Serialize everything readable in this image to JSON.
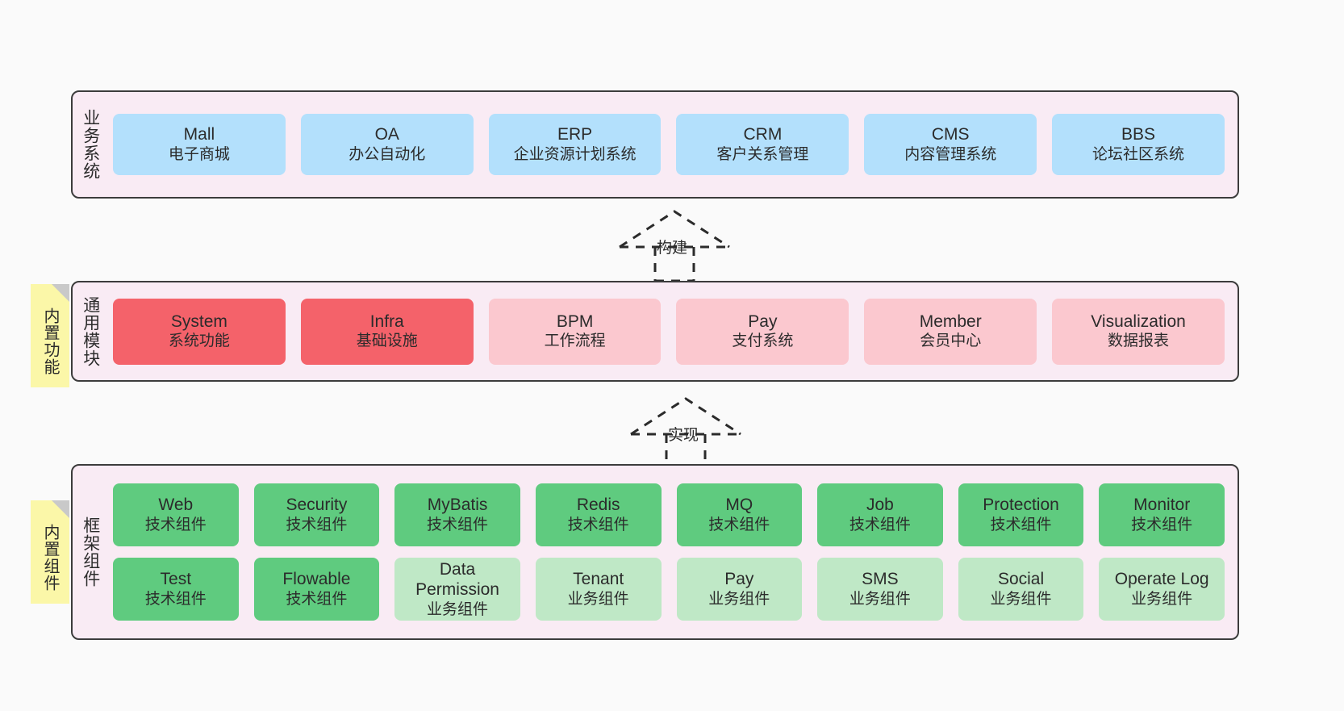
{
  "diagram": {
    "type": "layered-architecture",
    "background_color": "#fafafa",
    "band_fill": "#f9ebf4",
    "band_border": "#3c3c3c"
  },
  "layers": [
    {
      "id": "business",
      "title": "业务系统",
      "color": "#b3e0fc",
      "rows": [
        [
          {
            "en": "Mall",
            "cn": "电子商城",
            "style": "blue"
          },
          {
            "en": "OA",
            "cn": "办公自动化",
            "style": "blue"
          },
          {
            "en": "ERP",
            "cn": "企业资源计划系统",
            "style": "blue"
          },
          {
            "en": "CRM",
            "cn": "客户关系管理",
            "style": "blue"
          },
          {
            "en": "CMS",
            "cn": "内容管理系统",
            "style": "blue"
          },
          {
            "en": "BBS",
            "cn": "论坛社区系统",
            "style": "blue"
          }
        ]
      ]
    },
    {
      "id": "common",
      "title": "通用模块",
      "note": "内置功能",
      "rows": [
        [
          {
            "en": "System",
            "cn": "系统功能",
            "style": "red"
          },
          {
            "en": "Infra",
            "cn": "基础设施",
            "style": "red"
          },
          {
            "en": "BPM",
            "cn": "工作流程",
            "style": "pink"
          },
          {
            "en": "Pay",
            "cn": "支付系统",
            "style": "pink"
          },
          {
            "en": "Member",
            "cn": "会员中心",
            "style": "pink"
          },
          {
            "en": "Visualization",
            "cn": "数据报表",
            "style": "pink"
          }
        ]
      ]
    },
    {
      "id": "framework",
      "title": "框架组件",
      "note": "内置组件",
      "rows": [
        [
          {
            "en": "Web",
            "cn": "技术组件",
            "style": "green"
          },
          {
            "en": "Security",
            "cn": "技术组件",
            "style": "green"
          },
          {
            "en": "MyBatis",
            "cn": "技术组件",
            "style": "green"
          },
          {
            "en": "Redis",
            "cn": "技术组件",
            "style": "green"
          },
          {
            "en": "MQ",
            "cn": "技术组件",
            "style": "green"
          },
          {
            "en": "Job",
            "cn": "技术组件",
            "style": "green"
          },
          {
            "en": "Protection",
            "cn": "技术组件",
            "style": "green"
          },
          {
            "en": "Monitor",
            "cn": "技术组件",
            "style": "green"
          }
        ],
        [
          {
            "en": "Test",
            "cn": "技术组件",
            "style": "green"
          },
          {
            "en": "Flowable",
            "cn": "技术组件",
            "style": "green"
          },
          {
            "en": "Data Permission",
            "cn": "业务组件",
            "style": "lightgreen"
          },
          {
            "en": "Tenant",
            "cn": "业务组件",
            "style": "lightgreen"
          },
          {
            "en": "Pay",
            "cn": "业务组件",
            "style": "lightgreen"
          },
          {
            "en": "SMS",
            "cn": "业务组件",
            "style": "lightgreen"
          },
          {
            "en": "Social",
            "cn": "业务组件",
            "style": "lightgreen"
          },
          {
            "en": "Operate Log",
            "cn": "业务组件",
            "style": "lightgreen"
          }
        ]
      ]
    }
  ],
  "connectors": [
    {
      "id": "build",
      "label": "构建",
      "from": "common",
      "to": "business",
      "style": "dashed-generalization"
    },
    {
      "id": "implement",
      "label": "实现",
      "from": "framework",
      "to": "common",
      "style": "dashed-generalization"
    }
  ]
}
